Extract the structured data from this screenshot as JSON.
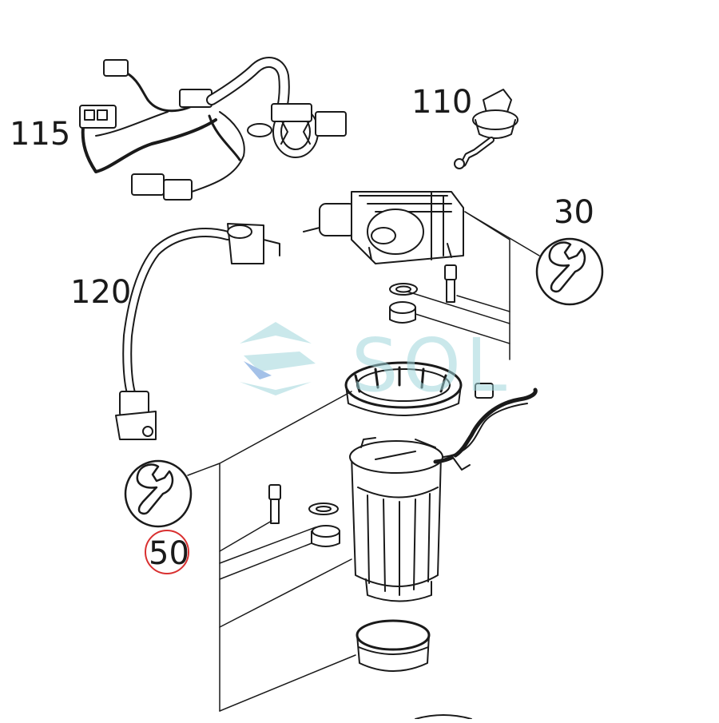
{
  "watermark": {
    "text": "SOL",
    "color": "#9fd6dc",
    "accent": "#5a8fd6"
  },
  "callouts": [
    {
      "id": "115",
      "label": "115"
    },
    {
      "id": "110",
      "label": "110"
    },
    {
      "id": "30",
      "label": "30"
    },
    {
      "id": "120",
      "label": "120"
    },
    {
      "id": "50",
      "label": "50",
      "highlight": true,
      "highlight_color": "#d93030"
    }
  ],
  "icons": [
    "wrench-icon",
    "wrench-icon"
  ],
  "colors": {
    "line": "#1a1a1a",
    "highlight": "#d93030"
  }
}
